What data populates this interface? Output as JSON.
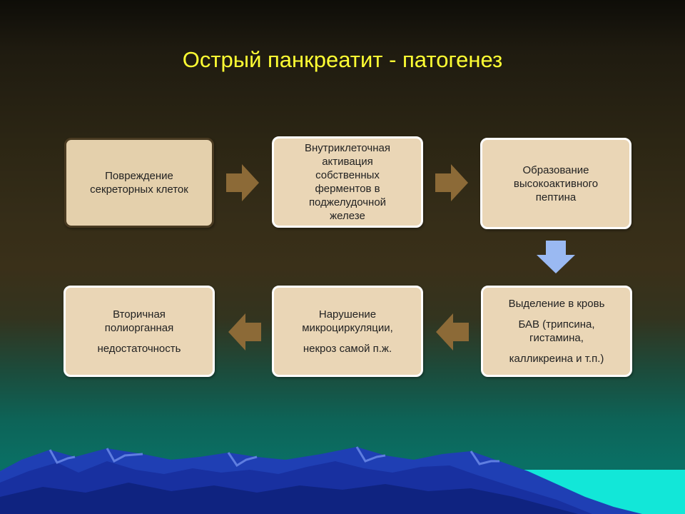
{
  "title": "Острый панкреатит - патогенез",
  "boxes": {
    "damage": {
      "lines": [
        "Повреждение",
        "секреторных клеток"
      ]
    },
    "activation": {
      "lines": [
        "Внутриклеточная",
        "активация",
        "собственных",
        "ферментов  в",
        "поджелудочной",
        "железе"
      ]
    },
    "peptide": {
      "lines": [
        "Образование",
        "высокоактивного",
        "пептина"
      ]
    },
    "release": {
      "lines": [
        "Выделение в кровь",
        "БАВ (трипсина,",
        "гистамина,",
        "калликреина  и т.п.)"
      ]
    },
    "microcirculation": {
      "lines": [
        "Нарушение",
        "микроциркуляции,",
        "некроз самой п.ж."
      ]
    },
    "failure": {
      "lines": [
        "Вторичная",
        "полиорганная",
        "недостаточность"
      ]
    }
  },
  "colors": {
    "title": "#ffff33",
    "box_fill": "#ead6b6",
    "arrow_brown": "#8c6a37",
    "arrow_blue": "#9ab9f2"
  },
  "icons": {
    "horizontal": "block-arrow-icon",
    "down": "down-block-arrow-icon",
    "background": "mountains-illustration"
  }
}
